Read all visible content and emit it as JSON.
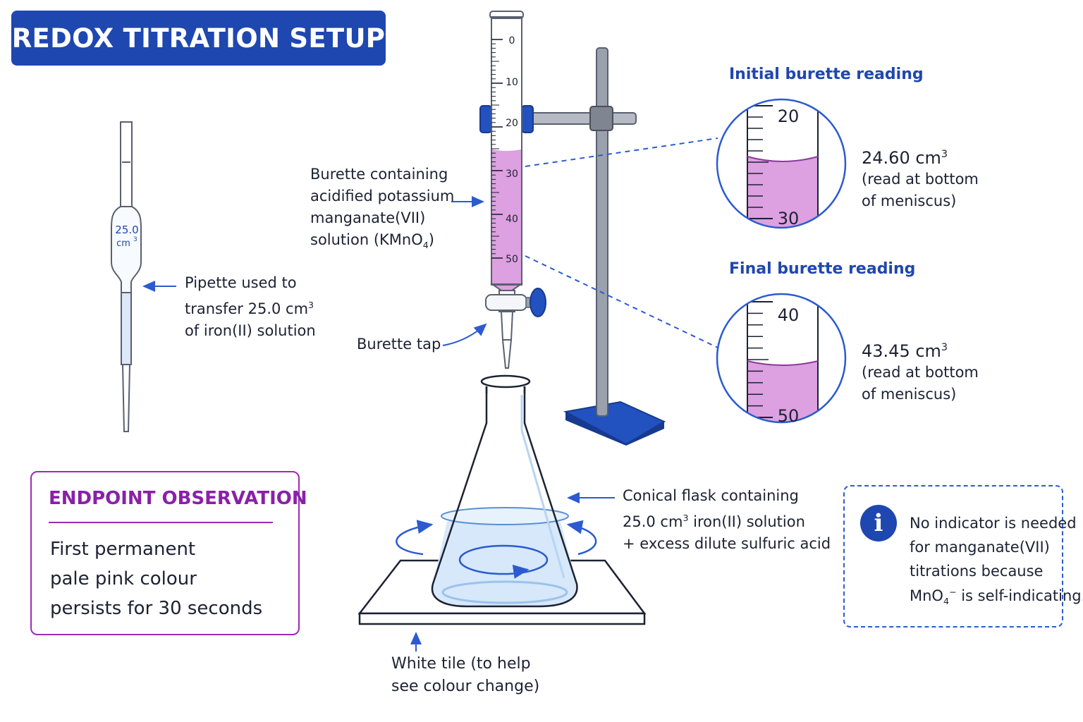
{
  "title": "REDOX TITRATION SETUP",
  "burette": {
    "scale_labels": [
      "0",
      "10",
      "20",
      "30",
      "40",
      "50"
    ],
    "label_lines": [
      "Burette containing",
      "acidified potassium",
      "manganate(VII)",
      "solution (KMnO"
    ],
    "label_subscript": "4",
    "label_suffix": ")",
    "tap_label": "Burette tap"
  },
  "pipette": {
    "volume": "25.0",
    "volume_unit": "cm",
    "volume_unit_exp": "3",
    "label_line1": "Pipette used to",
    "label_line2_prefix": "transfer 25.0 cm",
    "label_line2_exp": "3",
    "label_line3": "of iron(II) solution"
  },
  "initial_reading": {
    "heading": "Initial burette reading",
    "scale_top": "20",
    "scale_bottom": "30",
    "value": "24.60 cm",
    "value_exp": "3",
    "note_line1": "(read at bottom",
    "note_line2": "of meniscus)"
  },
  "final_reading": {
    "heading": "Final burette reading",
    "scale_top": "40",
    "scale_bottom": "50",
    "value": "43.45 cm",
    "value_exp": "3",
    "note_line1": "(read at bottom",
    "note_line2": "of meniscus)"
  },
  "flask": {
    "label_line1": "Conical flask containing",
    "label_line2_prefix": "25.0 cm",
    "label_line2_exp": "3",
    "label_line2_suffix": " iron(II) solution",
    "label_line3": "+ excess dilute sulfuric acid"
  },
  "tile": {
    "label_line1": "White tile (to help",
    "label_line2": "see colour change)"
  },
  "endpoint": {
    "title": "ENDPOINT OBSERVATION",
    "lines": [
      "First permanent",
      "pale pink colour",
      "persists for 30 seconds"
    ]
  },
  "note": {
    "icon": "info-icon",
    "line1": "No indicator is needed",
    "line2": "for manganate(VII)",
    "line3": "titrations because",
    "line4_prefix": "MnO",
    "line4_sub": "4",
    "line4_sup": "−",
    "line4_suffix": " is self-indicating."
  },
  "colors": {
    "primary_blue": "#1f47b0",
    "solution_pink": "#dda0e0",
    "endpoint_purple": "#8a20a8",
    "flask_liquid": "#d6e8fa"
  }
}
